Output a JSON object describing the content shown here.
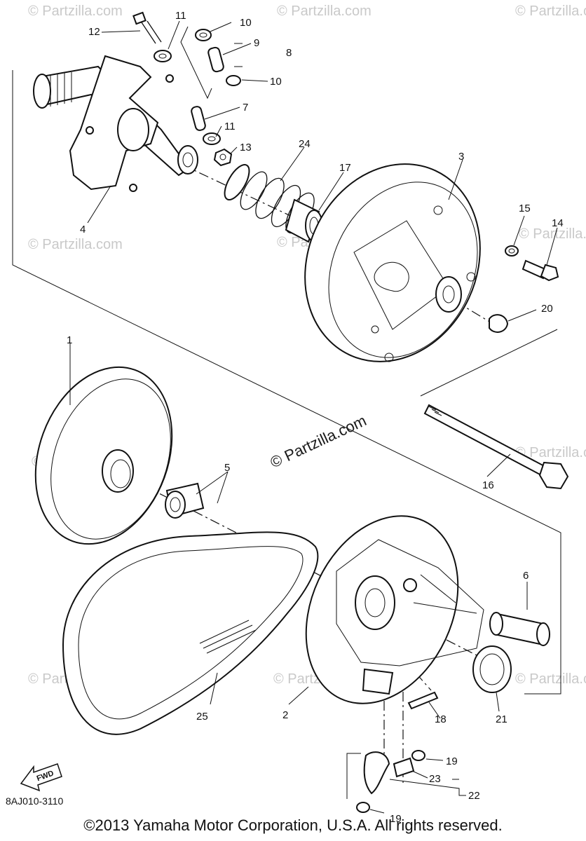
{
  "watermark": {
    "center": "© Partzilla.com",
    "faint": "© Partzilla.com"
  },
  "diagram_code": "8AJ010-3110",
  "fwd_label": "FWD",
  "copyright": "©2013 Yamaha Motor Corporation, U.S.A. All rights reserved.",
  "callouts": {
    "c1": "1",
    "c2": "2",
    "c3": "3",
    "c4": "4",
    "c5": "5",
    "c6": "6",
    "c7": "7",
    "c8": "8",
    "c9": "9",
    "c10a": "10",
    "c10b": "10",
    "c11a": "11",
    "c11b": "11",
    "c12": "12",
    "c13": "13",
    "c14": "14",
    "c15": "15",
    "c16": "16",
    "c17": "17",
    "c18": "18",
    "c19a": "19",
    "c19b": "19",
    "c20": "20",
    "c21": "21",
    "c22": "22",
    "c23": "23",
    "c24": "24",
    "c25": "25"
  }
}
